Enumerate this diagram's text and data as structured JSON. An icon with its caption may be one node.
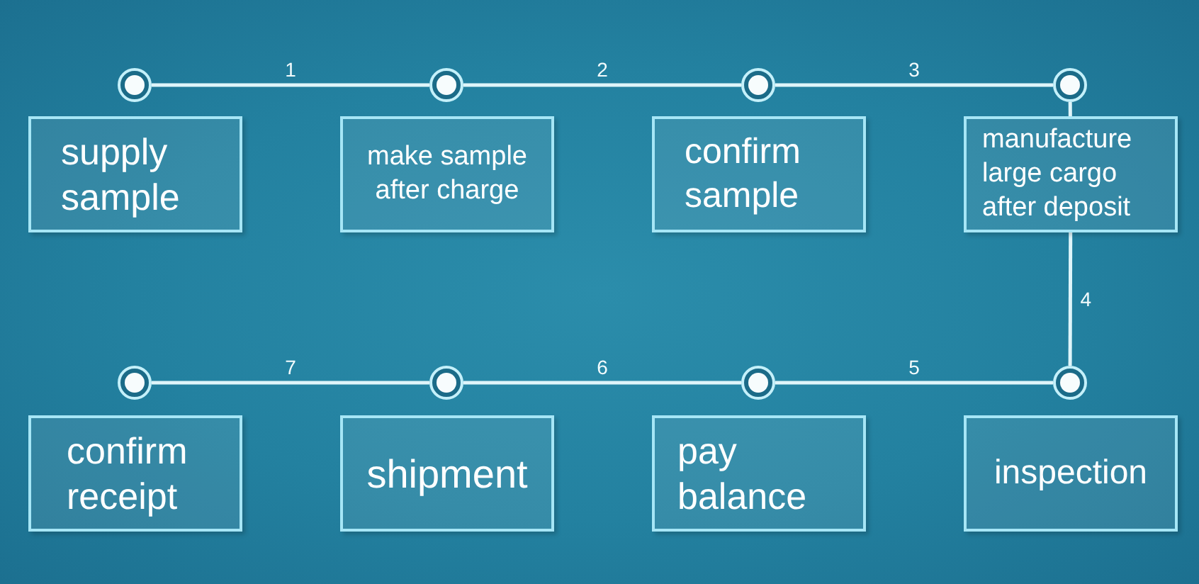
{
  "diagram": {
    "nodes": [
      {
        "text": [],
        "shape": "circle"
      },
      {
        "text": [],
        "shape": "circle"
      },
      {
        "text": [],
        "shape": "circle"
      },
      {
        "text": [],
        "shape": "circle"
      },
      {
        "text": [
          "supply sample"
        ]
      },
      {
        "text": [
          "make sample after charge"
        ]
      },
      {
        "text": [
          "confirm sample"
        ]
      },
      {
        "text": [
          "manufacture large cargo after deposit"
        ]
      },
      {
        "text": [],
        "shape": "circle"
      },
      {
        "text": [],
        "shape": "circle"
      },
      {
        "text": [],
        "shape": "circle"
      },
      {
        "text": [],
        "shape": "circle"
      },
      {
        "text": [
          "confirm receipt"
        ]
      },
      {
        "text": [
          "shipment"
        ]
      },
      {
        "text": [
          "pay balance"
        ]
      },
      {
        "text": [
          "inspection"
        ]
      }
    ],
    "edges": [
      {
        "from": 0,
        "to": 1,
        "arrow": "none",
        "label": "1"
      },
      {
        "from": 1,
        "to": 2,
        "arrow": "none",
        "label": "2"
      },
      {
        "from": 2,
        "to": 3,
        "arrow": "none",
        "label": "3"
      },
      {
        "from": 3,
        "to": 7,
        "arrow": "none"
      },
      {
        "from": 7,
        "to": 11,
        "arrow": "none",
        "label": "4"
      },
      {
        "from": 11,
        "to": 10,
        "arrow": "none",
        "label": "5"
      },
      {
        "from": 10,
        "to": 9,
        "arrow": "none",
        "label": "6"
      },
      {
        "from": 9,
        "to": 8,
        "arrow": "none",
        "label": "7"
      }
    ]
  }
}
